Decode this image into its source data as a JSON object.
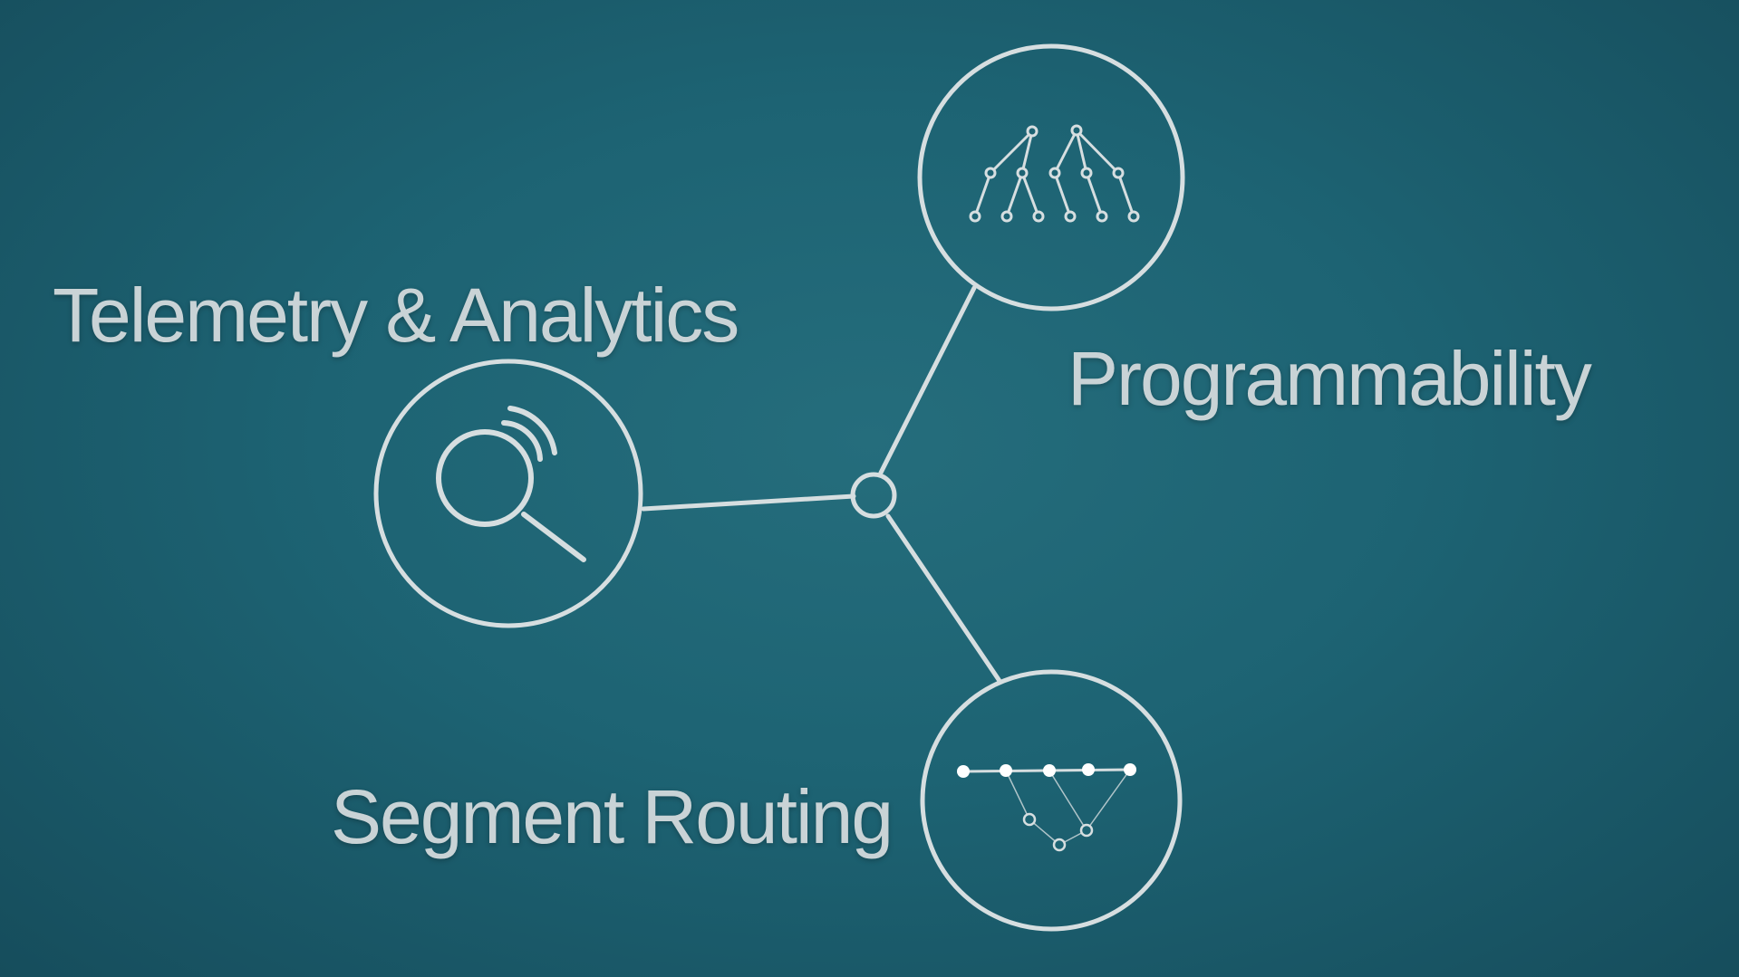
{
  "nodes": {
    "telemetry": {
      "label": "Telemetry & Analytics",
      "icon": "magnifier-signal-icon"
    },
    "programmability": {
      "label": "Programmability",
      "icon": "tree-hierarchy-icon"
    },
    "segment_routing": {
      "label": "Segment Routing",
      "icon": "path-routing-icon"
    }
  },
  "colors": {
    "background": "#1d6373",
    "stroke": "#d6dee0",
    "text": "#c9d3d6"
  }
}
